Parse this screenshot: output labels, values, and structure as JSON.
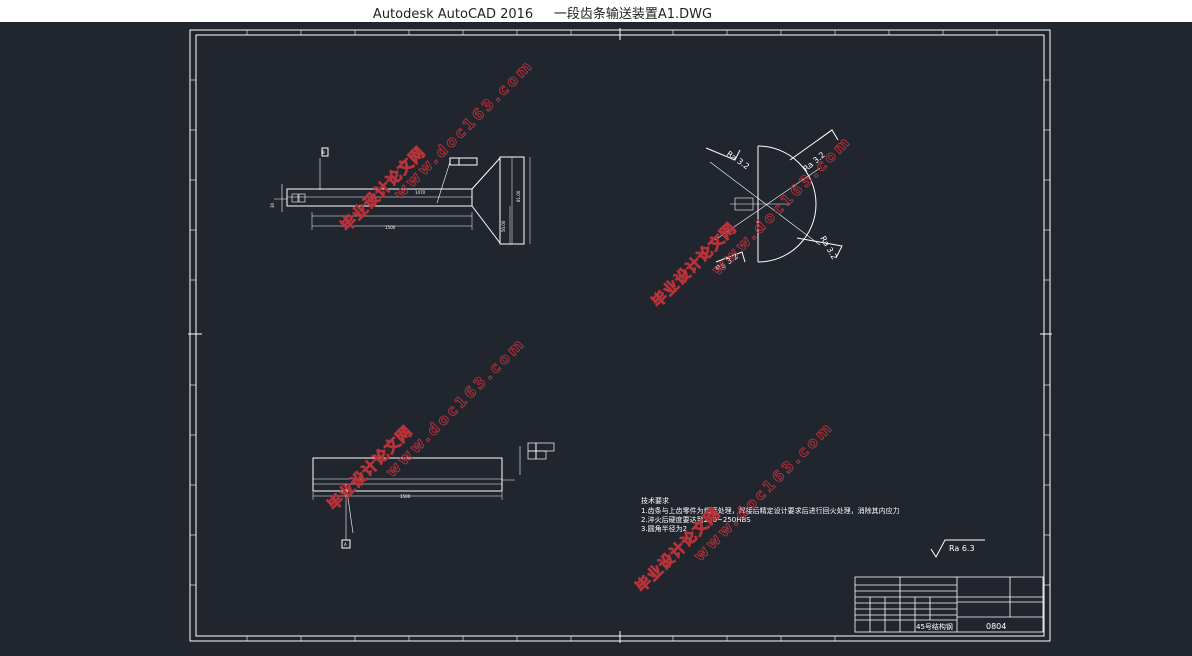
{
  "window": {
    "title": "Autodesk AutoCAD 2016     一段齿条输送装置A1.DWG"
  },
  "drawing": {
    "tech_requirements": {
      "heading": "技术要求",
      "lines": [
        "1.齿条与上齿零件为焊接处理，焊接后精定设计要求后进行回火处理，消除其内应力",
        "2.淬火后硬度要达到220~250HBS",
        "3.圆角半径为2"
      ]
    },
    "roughness": {
      "general": "Ra 6.3",
      "callout_1": "Ra 3.2",
      "callout_2": "Ra 3.2",
      "callout_3": "Ra 3.2",
      "callout_4": "Ra 3.2"
    },
    "datum_label": "A",
    "datum_top": "B",
    "title_block": {
      "material": "45号结构钢",
      "drawing_no": "0804"
    },
    "watermark": {
      "site": "毕业设计论文网",
      "url": "www.doc163.com"
    }
  },
  "colors": {
    "background": "#21252e",
    "lines": "#ffffff",
    "watermark": "#b8323a"
  }
}
